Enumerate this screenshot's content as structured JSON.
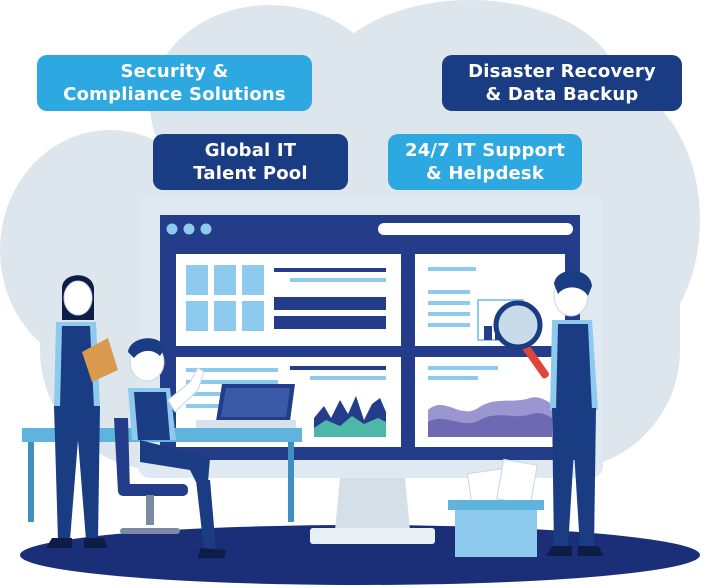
{
  "badges": {
    "security": {
      "line1": "Security &",
      "line2": "Compliance Solutions"
    },
    "disaster": {
      "line1": "Disaster Recovery",
      "line2": "& Data Backup"
    },
    "global": {
      "line1": "Global IT",
      "line2": "Talent Pool"
    },
    "support": {
      "line1": "24/7 IT Support",
      "line2": "& Helpdesk"
    }
  },
  "colors": {
    "cloud": "#dde6ed",
    "navy": "#1a3c82",
    "monitor_panel": "#243d8a",
    "accent_blue": "#2da8e0",
    "light_blue": "#8ec9ee",
    "chart_teal": "#4eb8a8",
    "chart_purple": "#6f68b3",
    "skin": "#ffffff"
  }
}
